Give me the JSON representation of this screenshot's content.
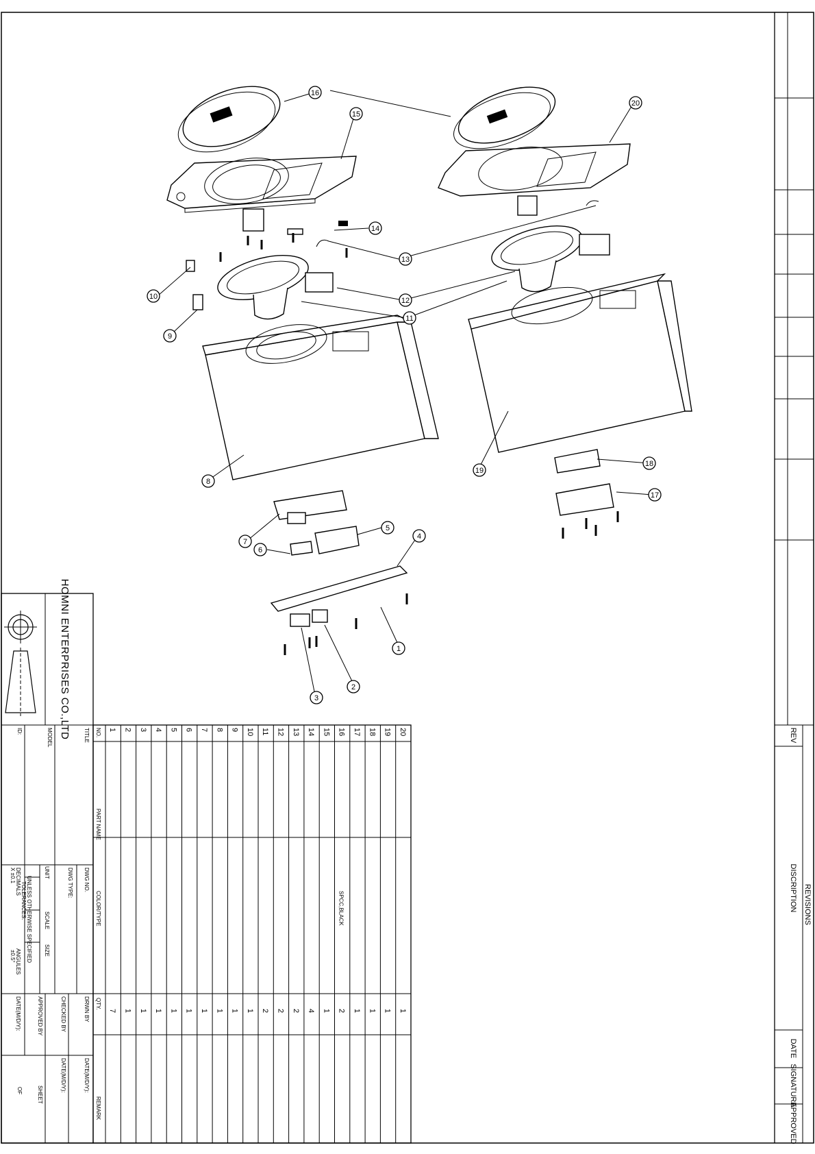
{
  "title_block": {
    "company": "HOMNI ENTERPRISES CO.,LTD",
    "title_label": "TITLE",
    "model_label": "MODEL",
    "id_label": "ID:",
    "dwg_no_label": "DWG NO.",
    "dwg_type_label": "DWG TYPE:",
    "unit_label": "UNIT",
    "scale_label": "SCALE",
    "size_label": "SIZE",
    "tolerance_label": "UNLESS OTHERWISE SPECIFIED",
    "tolerances_label": "TOLERANCES:",
    "decimals_label": "DECIMALS",
    "decimals_value": "X   ±0.1",
    "angles_label": "ANGULES",
    "angles_value": "±0.5°",
    "drwn_by_label": "DRWN BY",
    "checked_by_label": "CHECKED BY",
    "approved_by_label": "APPROVED BY",
    "date_label": "DATE(M/D/Y):",
    "date2_label": "DATE(M/D/Y):",
    "date3_label": "DATE(M/D/Y):",
    "sheet_label": "SHEET",
    "of_label": "OF"
  },
  "bom": {
    "headers": {
      "no": "NO.",
      "part_name": "PART NAME",
      "color_type": "COLOR/TYPE",
      "qty": "QTY.",
      "remark": "REMARK"
    },
    "rows": [
      {
        "no": "1",
        "color": "",
        "qty": "7"
      },
      {
        "no": "2",
        "color": "",
        "qty": "1"
      },
      {
        "no": "3",
        "color": "",
        "qty": "1"
      },
      {
        "no": "4",
        "color": "",
        "qty": "1"
      },
      {
        "no": "5",
        "color": "",
        "qty": "1"
      },
      {
        "no": "6",
        "color": "",
        "qty": "1"
      },
      {
        "no": "7",
        "color": "",
        "qty": "1"
      },
      {
        "no": "8",
        "color": "",
        "qty": "1"
      },
      {
        "no": "9",
        "color": "",
        "qty": "1"
      },
      {
        "no": "10",
        "color": "",
        "qty": "1"
      },
      {
        "no": "11",
        "color": "",
        "qty": "2"
      },
      {
        "no": "12",
        "color": "",
        "qty": "2"
      },
      {
        "no": "13",
        "color": "",
        "qty": "2"
      },
      {
        "no": "14",
        "color": "",
        "qty": "4"
      },
      {
        "no": "15",
        "color": "",
        "qty": "1"
      },
      {
        "no": "16",
        "color": "SPCC,BLACK",
        "qty": "2"
      },
      {
        "no": "17",
        "color": "",
        "qty": "1"
      },
      {
        "no": "18",
        "color": "",
        "qty": "1"
      },
      {
        "no": "19",
        "color": "",
        "qty": "1"
      },
      {
        "no": "20",
        "color": "",
        "qty": "1"
      }
    ]
  },
  "revisions": {
    "title": "REVISIONS",
    "rev_label": "REV",
    "description_label": "DISCRIPTION",
    "date_label": "DATE",
    "signature_label": "SIGNATURE",
    "approved_label": "APPROVED"
  },
  "balloons": [
    "1",
    "2",
    "3",
    "4",
    "5",
    "6",
    "7",
    "8",
    "9",
    "10",
    "11",
    "12",
    "13",
    "14",
    "15",
    "16",
    "17",
    "18",
    "19",
    "20"
  ]
}
